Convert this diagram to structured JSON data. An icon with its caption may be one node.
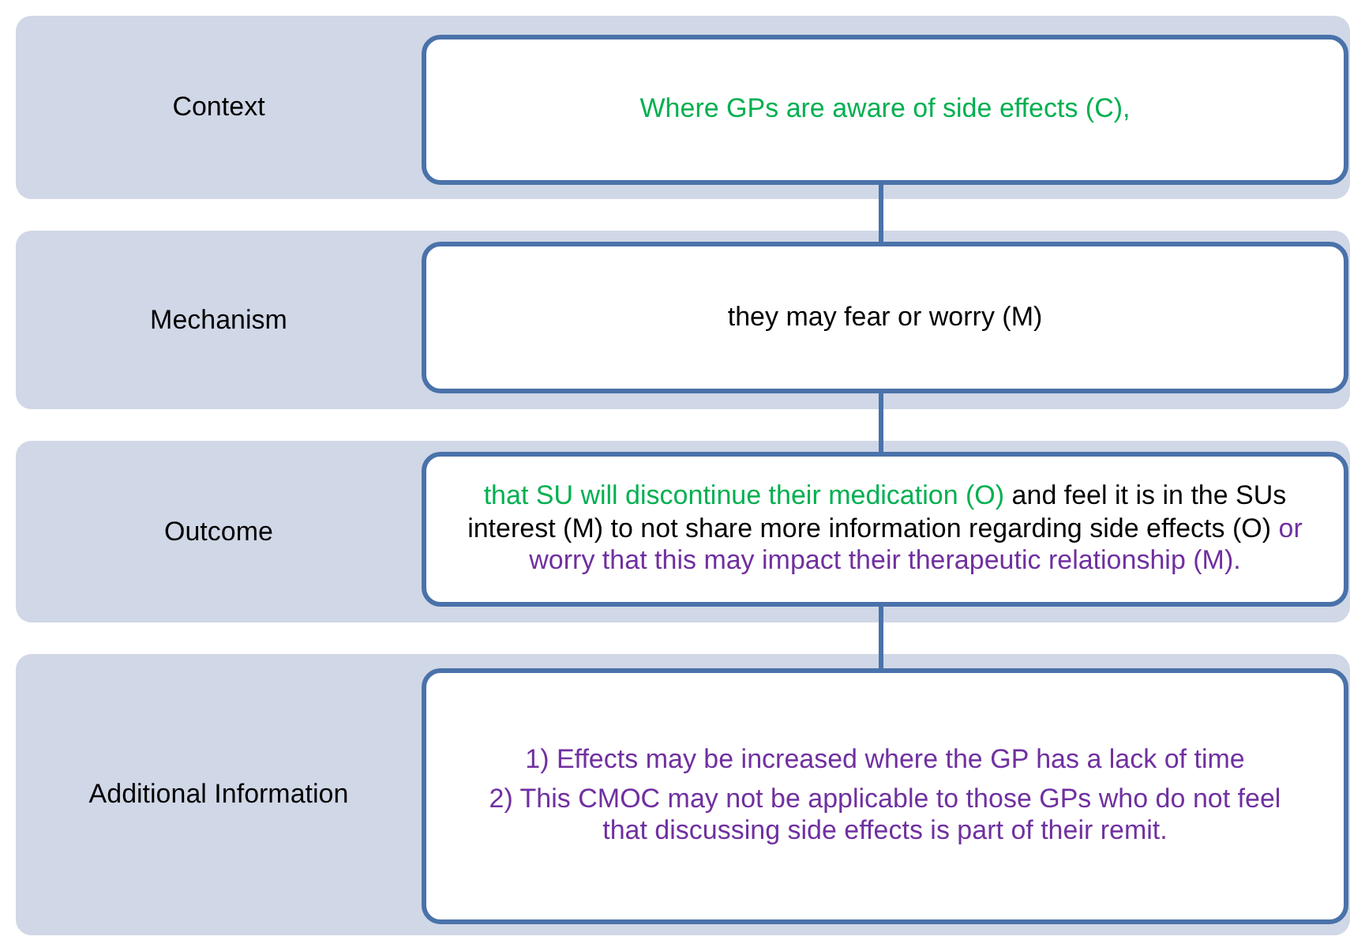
{
  "diagram": {
    "nodes": [
      {
        "text": [
          "Context"
        ]
      },
      {
        "text": [
          "Where GPs are aware of side effects (C),"
        ],
        "in": 0
      },
      {
        "text": [
          "Mechanism"
        ]
      },
      {
        "text": [
          "they may fear or worry (M)"
        ],
        "in": 2
      },
      {
        "text": [
          "Outcome"
        ]
      },
      {
        "text": [
          "that SU will discontinue their medication (O)",
          "and feel it is in the SUs interest (M) to not share more information regarding side effects (O)",
          "or worry that this may impact their therapeutic relationship (M)."
        ],
        "in": 4
      },
      {
        "text": [
          "Additional Information"
        ]
      },
      {
        "text": [
          "1) Effects may be increased where the GP has a lack of time",
          "2) This CMOC may not be applicable to those GPs who do not feel that discussing side effects is part of their remit."
        ],
        "in": 6
      }
    ],
    "edges": [
      {
        "from": 1,
        "to": 3,
        "arrow": "none"
      },
      {
        "from": 3,
        "to": 5,
        "arrow": "none"
      },
      {
        "from": 5,
        "to": 7,
        "arrow": "none"
      }
    ]
  }
}
